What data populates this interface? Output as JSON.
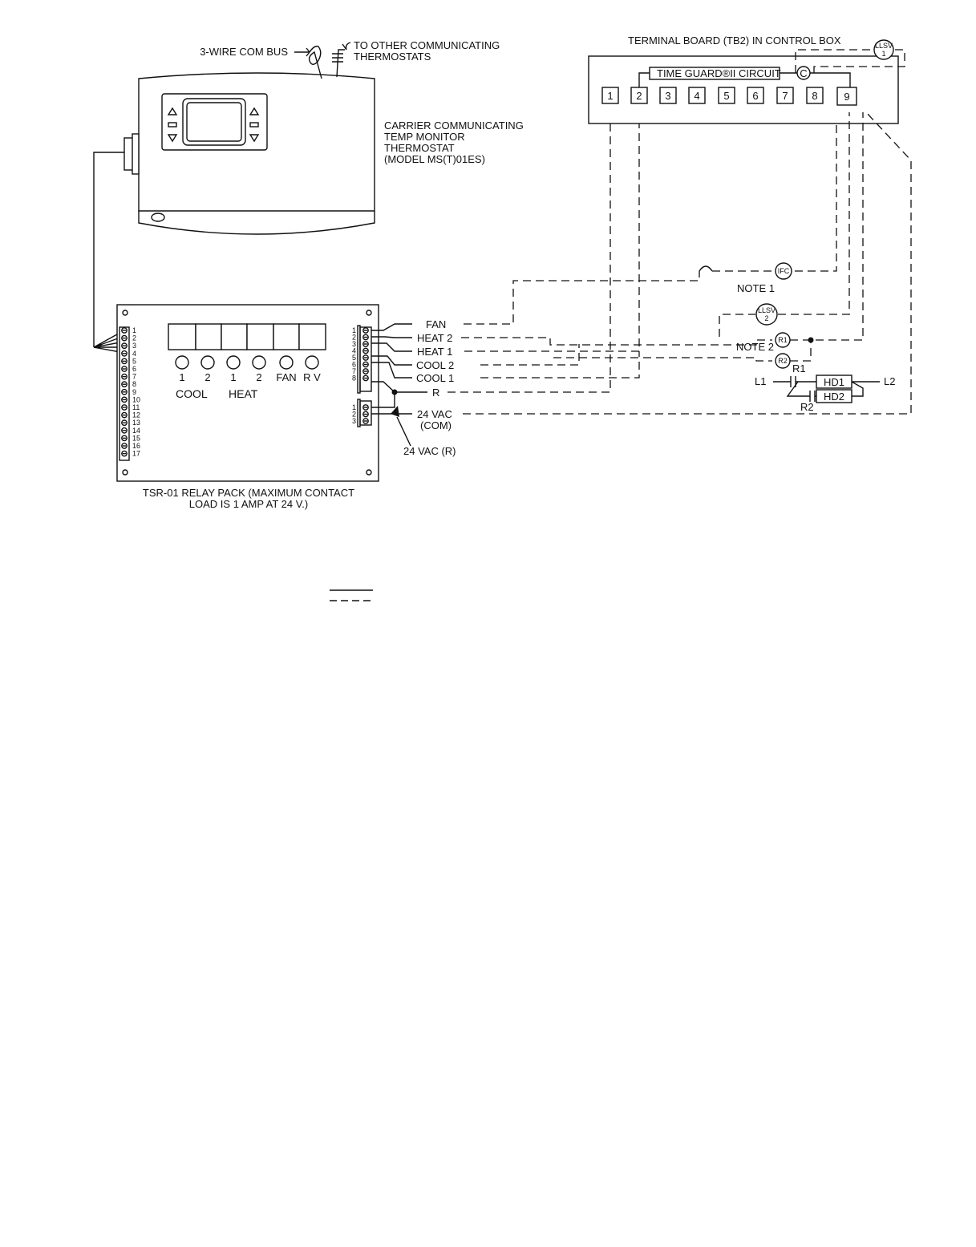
{
  "thermostat": {
    "bus_label": "3-WIRE COM BUS",
    "other_line1": "TO OTHER COMMUNICATING",
    "other_line2": "THERMOSTATS",
    "name_line1": "CARRIER COMMUNICATING",
    "name_line2": "TEMP MONITOR",
    "name_line3": "THERMOSTAT",
    "name_line4": "(MODEL MS(T)01ES)"
  },
  "terminal_board": {
    "title": "TERMINAL BOARD (TB2)  IN  CONTROL BOX",
    "time_guard": "TIME  GUARD®II  CIRCUIT",
    "contactor": "C",
    "terminals": [
      "1",
      "2",
      "3",
      "4",
      "5",
      "6",
      "7",
      "8",
      "9"
    ],
    "llsv1_line1": "LLSV",
    "llsv1_line2": "1"
  },
  "relay_pack": {
    "left_numbers": [
      "1",
      "2",
      "3",
      "4",
      "5",
      "6",
      "7",
      "8",
      "9",
      "10",
      "11",
      "12",
      "13",
      "14",
      "15",
      "16",
      "17"
    ],
    "right_numbers": [
      "1",
      "2",
      "3",
      "4",
      "5",
      "6",
      "7",
      "8"
    ],
    "lower_numbers": [
      "1",
      "2",
      "3"
    ],
    "led_labels": [
      "1",
      "2",
      "1",
      "2",
      "FAN",
      "R V"
    ],
    "cool_label": "COOL",
    "heat_label": "HEAT",
    "caption_line1": "TSR-01 RELAY PACK (MAXIMUM CONTACT",
    "caption_line2": "LOAD IS 1 AMP AT 24 V.)"
  },
  "signals": {
    "fan": "FAN",
    "heat2": "HEAT 2",
    "heat1": "HEAT 1",
    "cool2": "COOL 2",
    "cool1": "COOL 1",
    "r": "R",
    "vac_com_line1": "24 VAC",
    "vac_com_line2": "(COM)",
    "vac_r": "24 VAC (R)"
  },
  "devices": {
    "ifc": "IFC",
    "note1": "NOTE 1",
    "llsv2_line1": "LLSV",
    "llsv2_line2": "2",
    "r1": "R1",
    "r2": "R2",
    "note2": "NOTE 2",
    "r1_contact": "R1",
    "r2_contact": "R2",
    "l1": "L1",
    "l2": "L2",
    "hd1": "HD1",
    "hd2": "HD2"
  }
}
